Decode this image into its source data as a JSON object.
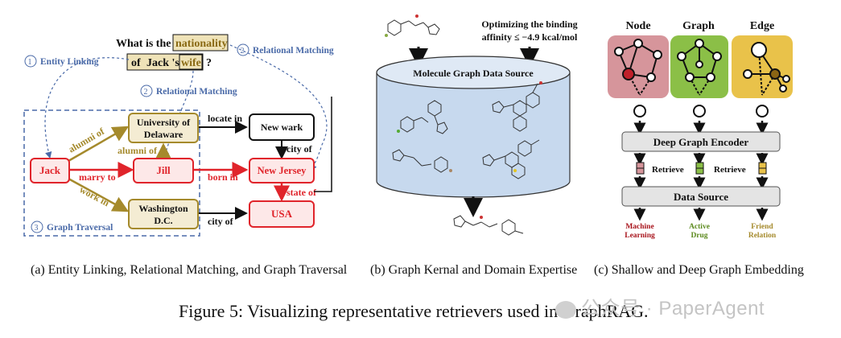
{
  "panel_a": {
    "question_prefix": "What is the",
    "question_nationality": "nationality",
    "question_of": "of",
    "question_jack": "Jack 's",
    "question_wife": "wife",
    "question_mark": "?",
    "step1_num": "1",
    "step1_label": "Entity Linking",
    "step2_num": "2",
    "step2_label": "Relational Matching",
    "step2b_num": "2",
    "step2b_label": "Relational Matching",
    "step3_num": "3",
    "step3_label": "Graph Traversal",
    "nodes": {
      "jack": "Jack",
      "uni_line1": "University of",
      "uni_line2": "Delaware",
      "jill": "Jill",
      "wash_line1": "Washington",
      "wash_line2": "D.C.",
      "newwark": "New wark",
      "newjersey": "New Jersey",
      "usa": "USA"
    },
    "edges": {
      "alumni_of": "alumni of",
      "alumni_of_2": "alumni of",
      "marry_to": "marry to",
      "work_in": "work in",
      "locate_in": "locate in",
      "city_of_1": "city of",
      "born_in": "born in",
      "state_of": "state of",
      "city_of_2": "city of"
    },
    "caption": "(a) Entity Linking, Relational Matching, and Graph Traversal"
  },
  "panel_b": {
    "optimize_line1": "Optimizing the binding",
    "optimize_line2": "affinity ≤ −4.9 kcal/mol",
    "db_label": "Molecule Graph Data Source",
    "caption": "(b) Graph Kernal and Domain Expertise"
  },
  "panel_c": {
    "node_label": "Node",
    "graph_label": "Graph",
    "edge_label": "Edge",
    "encoder_label": "Deep Graph Encoder",
    "retrieve_1": "Retrieve",
    "retrieve_2": "Retrieve",
    "datasource_label": "Data Source",
    "out1_line1": "Machine",
    "out1_line2": "Learning",
    "out2_line1": "Active",
    "out2_line2": "Drug",
    "out3_line1": "Friend",
    "out3_line2": "Relation",
    "caption": "(c) Shallow and Deep Graph Embedding"
  },
  "figure_title": "Figure 5: Visualizing representative retrievers used in GraphRAG.",
  "watermark": "公众号 · PaperAgent",
  "colors": {
    "red": "#e0242b",
    "gold": "#a58a2c",
    "blue": "#4a6aa8",
    "node_panel": "#d6959b",
    "graph_panel": "#8bbf47",
    "edge_panel": "#e9c24a"
  }
}
